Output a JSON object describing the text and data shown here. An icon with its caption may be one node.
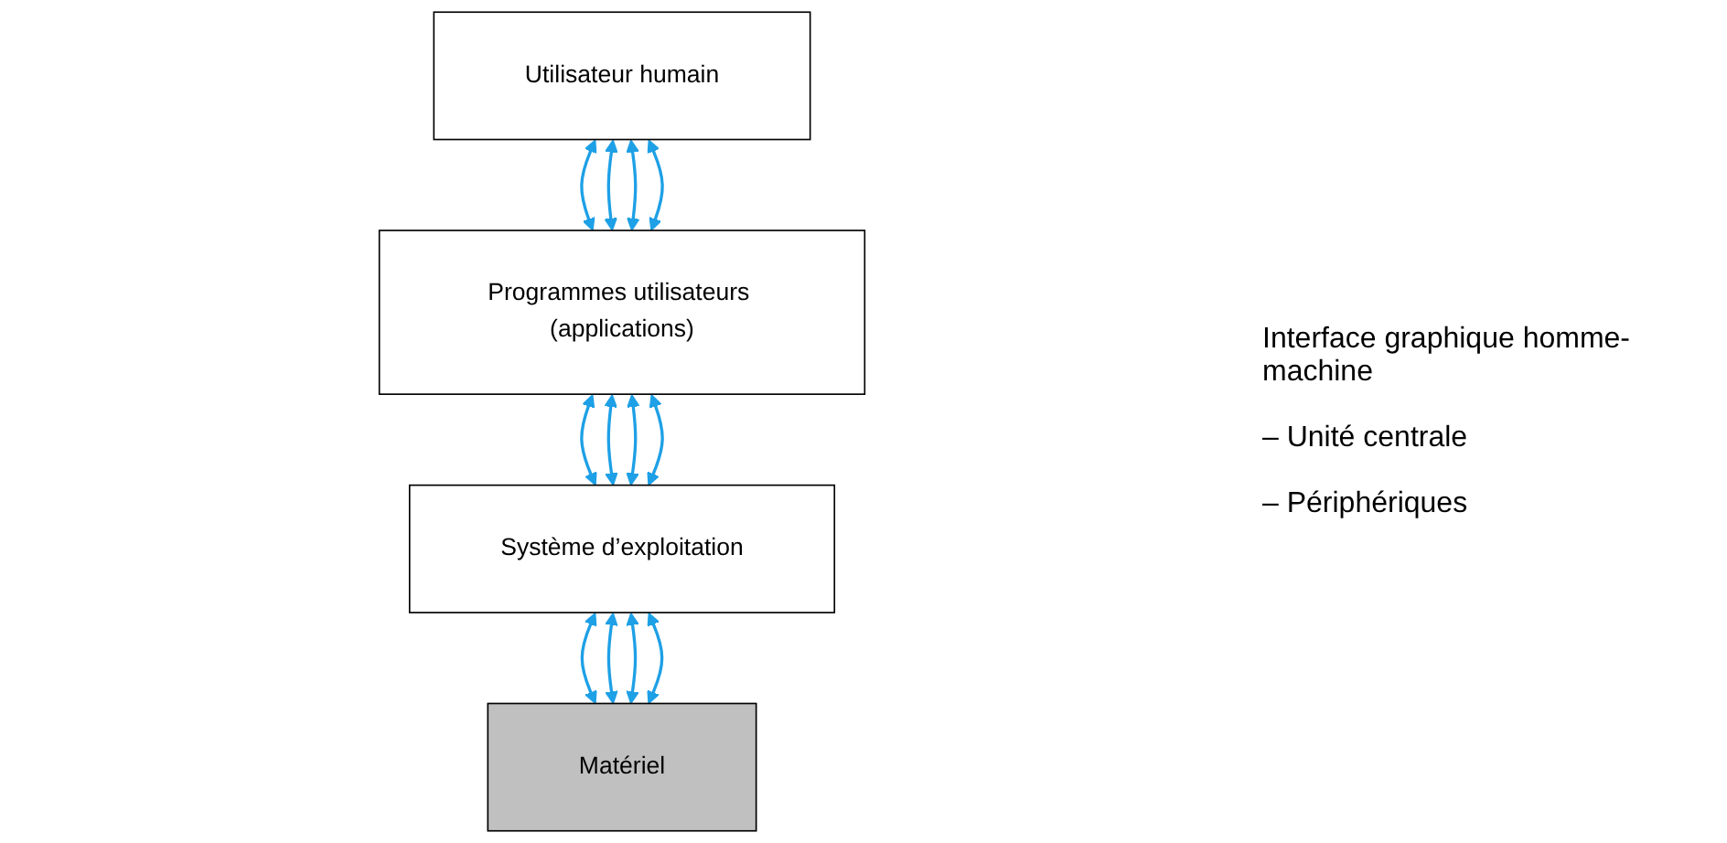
{
  "diagram": {
    "nodes": [
      {
        "text": [
          "Utilisateur humain"
        ]
      },
      {
        "text": [
          "Programmes utilisateurs (applications)"
        ]
      },
      {
        "text": [
          "Système d’exploitation"
        ]
      },
      {
        "text": [
          "Matériel"
        ]
      }
    ],
    "edges": [
      {
        "from": 0,
        "to": 1,
        "arrow": "both"
      },
      {
        "from": 0,
        "to": 1,
        "arrow": "both"
      },
      {
        "from": 0,
        "to": 1,
        "arrow": "both"
      },
      {
        "from": 0,
        "to": 1,
        "arrow": "both"
      },
      {
        "from": 1,
        "to": 2,
        "arrow": "both"
      },
      {
        "from": 1,
        "to": 2,
        "arrow": "both"
      },
      {
        "from": 1,
        "to": 2,
        "arrow": "both"
      },
      {
        "from": 1,
        "to": 2,
        "arrow": "both"
      },
      {
        "from": 2,
        "to": 3,
        "arrow": "both"
      },
      {
        "from": 2,
        "to": 3,
        "arrow": "both"
      },
      {
        "from": 2,
        "to": 3,
        "arrow": "both"
      },
      {
        "from": 2,
        "to": 3,
        "arrow": "both"
      }
    ],
    "labels": [
      "Interface graphique homme-machine",
      "– Unité centrale",
      "– Périphériques"
    ]
  }
}
